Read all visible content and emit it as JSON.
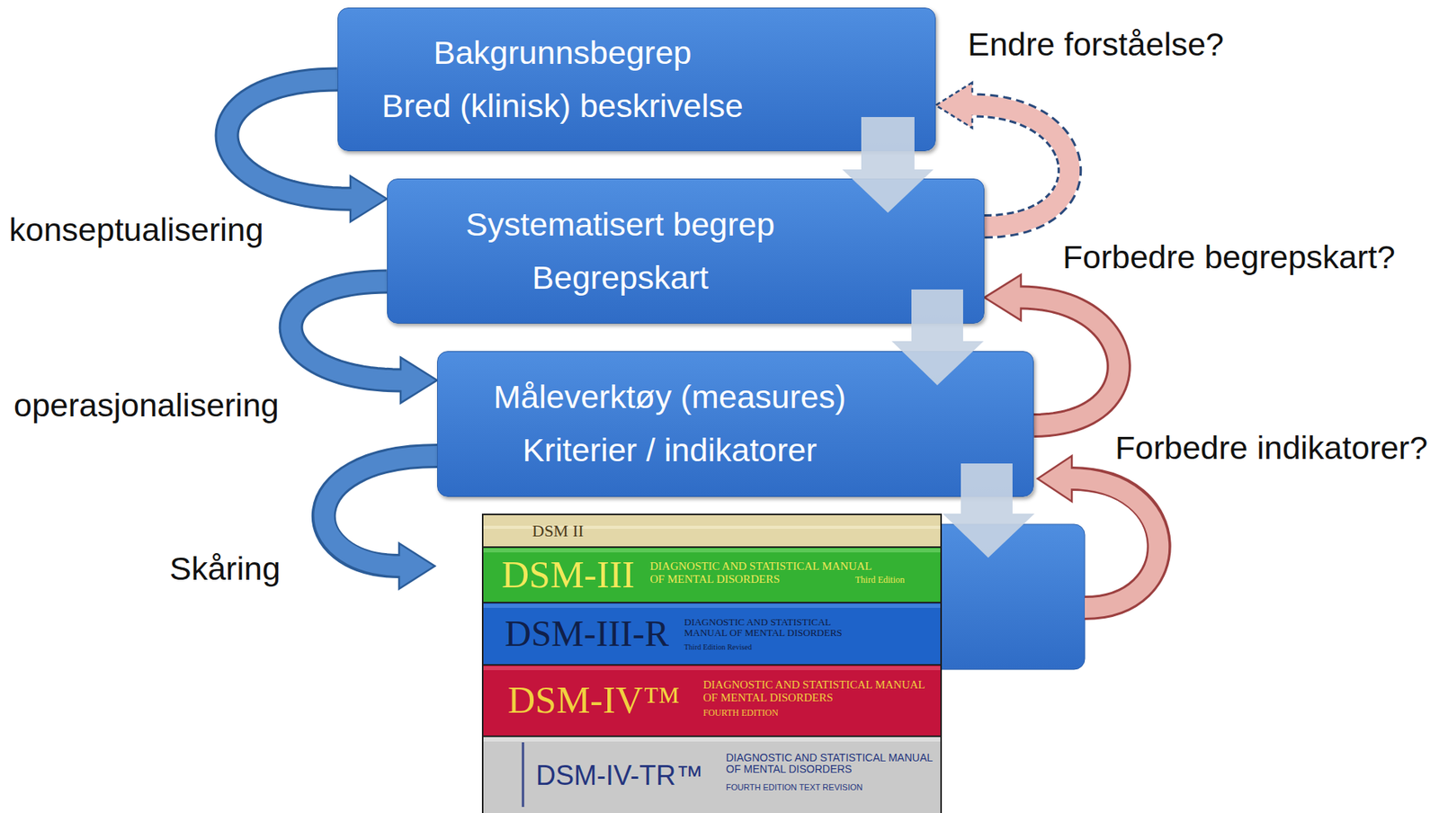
{
  "diagram": {
    "nodes": [
      {
        "text": [
          "Bakgrunnsbegrep",
          "Bred (klinisk) beskrivelse"
        ]
      },
      {
        "text": [
          "Systematisert begrep",
          "Begrepskart"
        ]
      },
      {
        "text": [
          "Måleverktøy (measures)",
          "Kriterier / indikatorer"
        ]
      }
    ],
    "edges": [
      {
        "from": 0,
        "to": 1,
        "label": "konseptualisering",
        "arrow": "to"
      },
      {
        "from": 1,
        "to": 2,
        "label": "operasjonalisering",
        "arrow": "to"
      },
      {
        "from": 1,
        "to": 0,
        "label": "Endre forståelse?",
        "arrow": "to"
      },
      {
        "from": 2,
        "to": 1,
        "label": "Forbedre begrepskart?",
        "arrow": "to"
      }
    ],
    "labels": [
      "Skåring",
      "Forbedre indikatorer?",
      "DSM II",
      "DSM-III",
      "DIAGNOSTIC AND STATISTICAL MANUAL OF MENTAL DISORDERS",
      "Third Edition",
      "DSM-III-R",
      "DIAGNOSTIC AND STATISTICAL MANUAL OF MENTAL DISORDERS",
      "Third Edition Revised",
      "DSM-IV™",
      "DIAGNOSTIC AND STATISTICAL MANUAL OF MENTAL DISORDERS",
      "FOURTH EDITION",
      "DSM-IV-TR™",
      "DIAGNOSTIC AND STATISTICAL MANUAL OF MENTAL DISORDERS",
      "FOURTH EDITION TEXT REVISION"
    ]
  }
}
